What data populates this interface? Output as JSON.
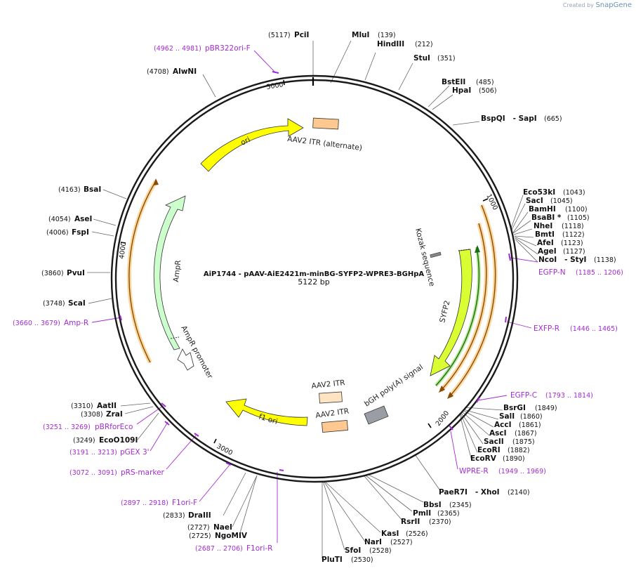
{
  "credit": {
    "prefix": "Created by",
    "brand": "SnapGene"
  },
  "plasmid": {
    "name": "AiP1744 - pAAV-AiE2421m-minBG-SYFP2-WPRE3-BGHpA",
    "length_label": "5122 bp",
    "length": 5122
  },
  "colors": {
    "backbone": "#1a1a1a",
    "primer": "#a42bd3",
    "ori": "#ffff00",
    "ampr": "#ccffcc",
    "itr": "#ffc890",
    "f1ori": "#ffff00",
    "sYFP2": "#d9ff33",
    "bgh": "#9a9ea4",
    "orange_arc": "#f5a623"
  },
  "tick_labels": [
    {
      "label": "1000",
      "bp": 1000
    },
    {
      "label": "2000",
      "bp": 2000
    },
    {
      "label": "3000",
      "bp": 3000
    },
    {
      "label": "4000",
      "bp": 4000
    },
    {
      "label": "5000",
      "bp": 5000
    }
  ],
  "features": [
    {
      "label": "AAV2 ITR (alternate)",
      "type": "box",
      "color": "#ffc890"
    },
    {
      "label": "ori",
      "type": "arrow",
      "color": "#ffff00"
    },
    {
      "label": "AmpR",
      "type": "arrow",
      "color": "#ccffcc"
    },
    {
      "label": "AmpR promoter",
      "type": "arrow",
      "color": "#ffffff"
    },
    {
      "label": "f1 ori",
      "type": "arrow",
      "color": "#ffff00"
    },
    {
      "label": "AAV2 ITR",
      "type": "box",
      "color": "#ffe4c4"
    },
    {
      "label": "AAV2 ITR",
      "type": "box",
      "color": "#ffc890"
    },
    {
      "label": "bGH poly(A) signal",
      "type": "box",
      "color": "#9a9ea4"
    },
    {
      "label": "SYFP2",
      "type": "arrow",
      "color": "#d9ff33"
    },
    {
      "label": "Kozak sequence",
      "type": "box",
      "color": "#888888"
    }
  ],
  "sites": [
    {
      "name": "PciI",
      "pos": "(5117)"
    },
    {
      "name": "MluI",
      "pos": "(139)"
    },
    {
      "name": "HindIII",
      "pos": "(212)"
    },
    {
      "name": "StuI",
      "pos": "(351)"
    },
    {
      "name": "BstEII",
      "pos": "(485)"
    },
    {
      "name": "HpaI",
      "pos": "(506)"
    },
    {
      "name": "BspQI   - SapI",
      "pos": "(665)"
    },
    {
      "name": "Eco53kI",
      "pos": "(1043)"
    },
    {
      "name": "SacI",
      "pos": "(1045)"
    },
    {
      "name": "BamHI",
      "pos": "(1100)"
    },
    {
      "name": "BsaBI *",
      "pos": "(1105)"
    },
    {
      "name": "NheI",
      "pos": "(1118)"
    },
    {
      "name": "BmtI",
      "pos": "(1122)"
    },
    {
      "name": "AfeI",
      "pos": "(1123)"
    },
    {
      "name": "AgeI",
      "pos": "(1127)"
    },
    {
      "name": "NcoI   - StyI",
      "pos": "(1138)"
    },
    {
      "name": "BsrGI",
      "pos": "(1849)"
    },
    {
      "name": "SalI",
      "pos": "(1860)"
    },
    {
      "name": "AccI",
      "pos": "(1861)"
    },
    {
      "name": "AscI",
      "pos": "(1867)"
    },
    {
      "name": "SacII",
      "pos": "(1875)"
    },
    {
      "name": "EcoRI",
      "pos": "(1882)"
    },
    {
      "name": "EcoRV",
      "pos": "(1890)"
    },
    {
      "name": "PaeR7I   - XhoI",
      "pos": "(2140)"
    },
    {
      "name": "BbsI",
      "pos": "(2345)"
    },
    {
      "name": "PmlI",
      "pos": "(2365)"
    },
    {
      "name": "RsrII",
      "pos": "(2370)"
    },
    {
      "name": "KasI",
      "pos": "(2526)"
    },
    {
      "name": "NarI",
      "pos": "(2527)"
    },
    {
      "name": "SfoI",
      "pos": "(2528)"
    },
    {
      "name": "PluTI",
      "pos": "(2530)"
    },
    {
      "name": "NaeI",
      "pos": "(2727)"
    },
    {
      "name": "NgoMIV",
      "pos": "(2725)"
    },
    {
      "name": "DraIII",
      "pos": "(2833)"
    },
    {
      "name": "EcoO109I",
      "pos": "(3249)"
    },
    {
      "name": "ZraI",
      "pos": "(3308)"
    },
    {
      "name": "AatII",
      "pos": "(3310)"
    },
    {
      "name": "ScaI",
      "pos": "(3748)"
    },
    {
      "name": "PvuI",
      "pos": "(3860)"
    },
    {
      "name": "FspI",
      "pos": "(4006)"
    },
    {
      "name": "AseI",
      "pos": "(4054)"
    },
    {
      "name": "BsaI",
      "pos": "(4163)"
    },
    {
      "name": "AlwNI",
      "pos": "(4708)"
    }
  ],
  "primers": [
    {
      "name": "pBR322ori-F",
      "pos": "(4962 .. 4981)"
    },
    {
      "name": "EGFP-N",
      "pos": "(1185 .. 1206)"
    },
    {
      "name": "EXFP-R",
      "pos": "(1446 .. 1465)"
    },
    {
      "name": "EGFP-C",
      "pos": "(1793 .. 1814)"
    },
    {
      "name": "WPRE-R",
      "pos": "(1949 .. 1969)"
    },
    {
      "name": "F1ori-R",
      "pos": "(2687 .. 2706)"
    },
    {
      "name": "F1ori-F",
      "pos": "(2897 .. 2918)"
    },
    {
      "name": "pRS-marker",
      "pos": "(3072 .. 3091)"
    },
    {
      "name": "pGEX 3'",
      "pos": "(3191 .. 3213)"
    },
    {
      "name": "pBRforEco",
      "pos": "(3251 .. 3269)"
    },
    {
      "name": "Amp-R",
      "pos": "(3660 .. 3679)"
    }
  ]
}
